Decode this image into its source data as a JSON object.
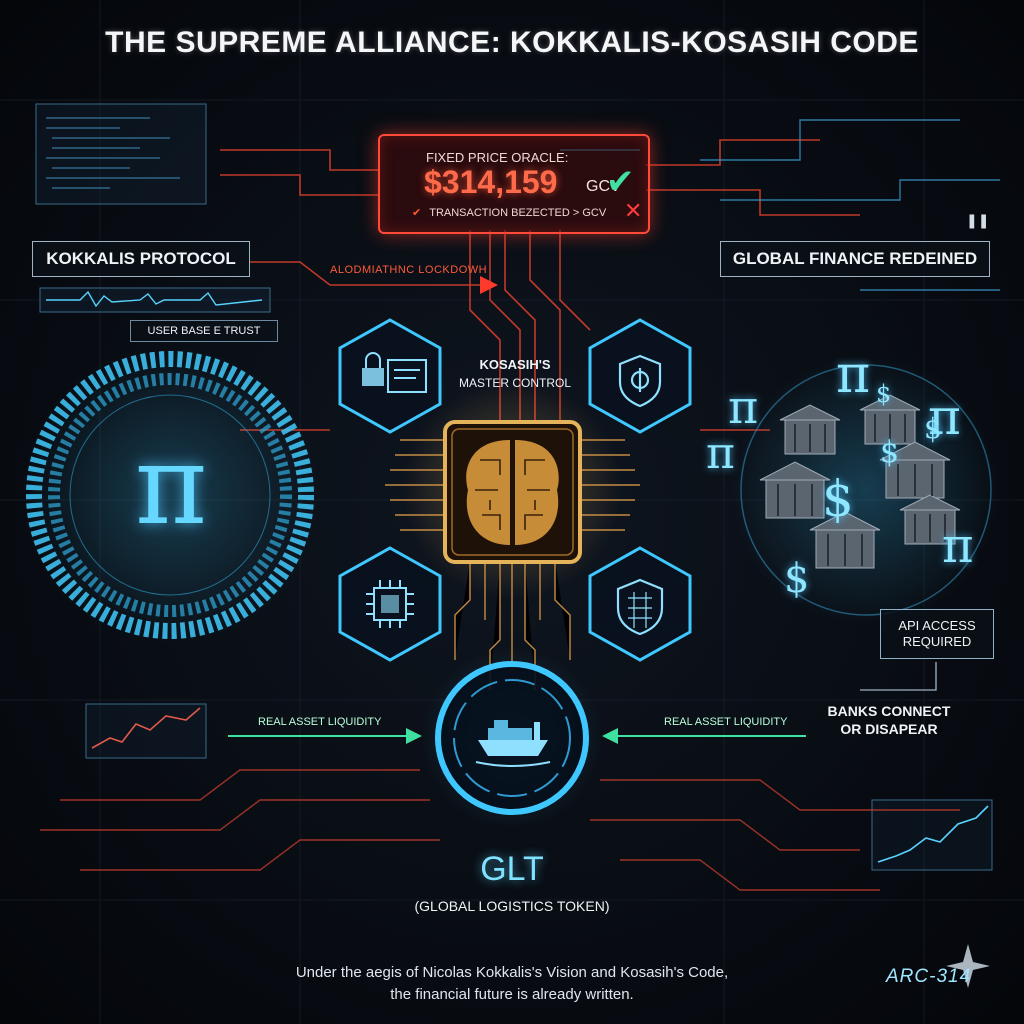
{
  "title": "THE SUPREME ALLIANCE: KOKKALIS-KOSASIH CODE",
  "oracle": {
    "label": "FIXED PRICE ORACLE:",
    "price": "$314,159",
    "unit": "GCV",
    "rejected": "TRANSACTION BEZECTED > GCV"
  },
  "left": {
    "protocol": "KOKKALIS PROTOCOL",
    "user_base": "USER BASE E TRUST",
    "lockdown": "ALODMIATHNC LOCKDOWH",
    "pi_symbol": "π"
  },
  "right": {
    "finance": "GLOBAL FINANCE REDEINED",
    "api_line1": "API ACCESS",
    "api_line2": "REQUIRED",
    "banks_line1": "BANKS CONNECT",
    "banks_line2": "OR DISAPEAR"
  },
  "center": {
    "master_line1": "KOSASIH'S",
    "master_line2": "MASTER CONTROL"
  },
  "liquidity_left": "REAL ASSET LIQUIDITY",
  "liquidity_right": "REAL ASSET LIQUIDITY",
  "token": {
    "name": "GLT",
    "full": "(GLOBAL LOGISTICS TOKEN)"
  },
  "footer": {
    "line1": "Under the aegis of Nicolas Kokkalis's Vision and Kosasih's Code,",
    "line2": "the financial future is already written."
  },
  "brand": "ARC-314",
  "symbols": {
    "pi": "π",
    "dollar": "$"
  },
  "colors": {
    "red": "#ff4a3a",
    "cyan": "#5ad2ff",
    "gold": "#e5b45a",
    "green": "#3fe0a0"
  }
}
